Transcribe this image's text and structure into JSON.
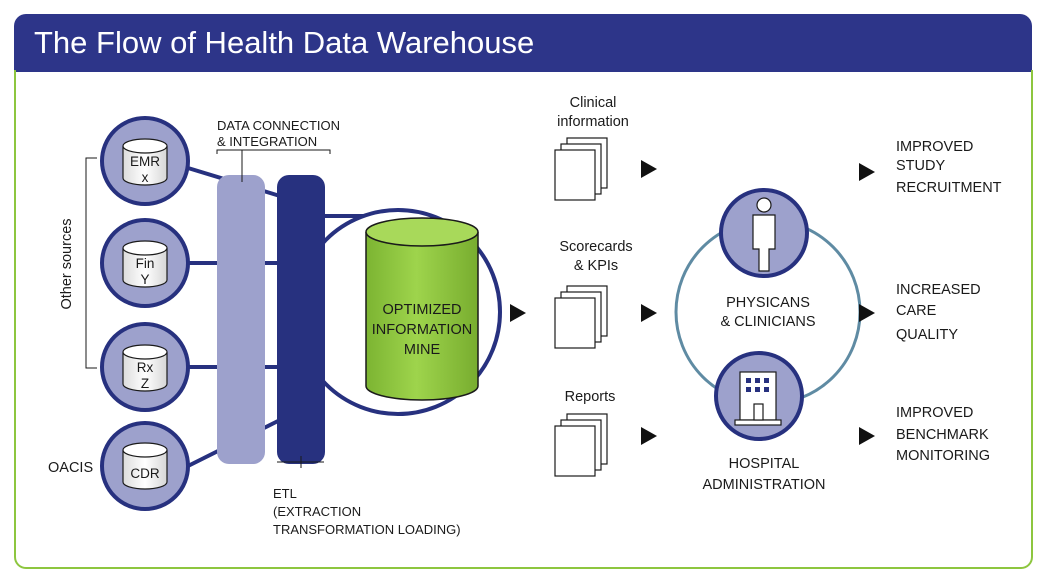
{
  "title": "The Flow of Health Data Warehouse",
  "sources": [
    {
      "line1": "EMR",
      "line2": "x"
    },
    {
      "line1": "Fin",
      "line2": "Y"
    },
    {
      "line1": "Rx",
      "line2": "Z"
    },
    {
      "line1": "CDR",
      "line2": ""
    }
  ],
  "other_sources_label": "Other sources",
  "oacis_label": "OACIS",
  "data_connection": {
    "line1": "DATA CONNECTION",
    "line2": "& INTEGRATION"
  },
  "etl": {
    "line1": "ETL",
    "line2": "(EXTRACTION",
    "line3": "TRANSFORMATION LOADING)"
  },
  "mine": {
    "line1": "OPTIMIZED",
    "line2": "INFORMATION",
    "line3": "MINE"
  },
  "outputs": [
    {
      "line1": "Clinical",
      "line2": "information"
    },
    {
      "line1": "Scorecards",
      "line2": "& KPIs"
    },
    {
      "line1": "Reports",
      "line2": ""
    }
  ],
  "users": {
    "physicians": {
      "line1": "PHYSICANS",
      "line2": "& CLINICIANS"
    },
    "hospital": {
      "line1": "HOSPITAL",
      "line2": "ADMINISTRATION"
    }
  },
  "outcomes": [
    {
      "line1": "IMPROVED",
      "line2": "STUDY",
      "line3": "RECRUITMENT"
    },
    {
      "line1": "INCREASED",
      "line2": "CARE",
      "line3": "QUALITY"
    },
    {
      "line1": "IMPROVED",
      "line2": "BENCHMARK",
      "line3": "MONITORING"
    }
  ],
  "colors": {
    "header": "#2d3589",
    "border": "#8dc63f",
    "dark_blue": "#27317f",
    "light_blue": "#9da1cc",
    "mine_green": "#8dc63f",
    "ring": "#5f8ba3"
  }
}
